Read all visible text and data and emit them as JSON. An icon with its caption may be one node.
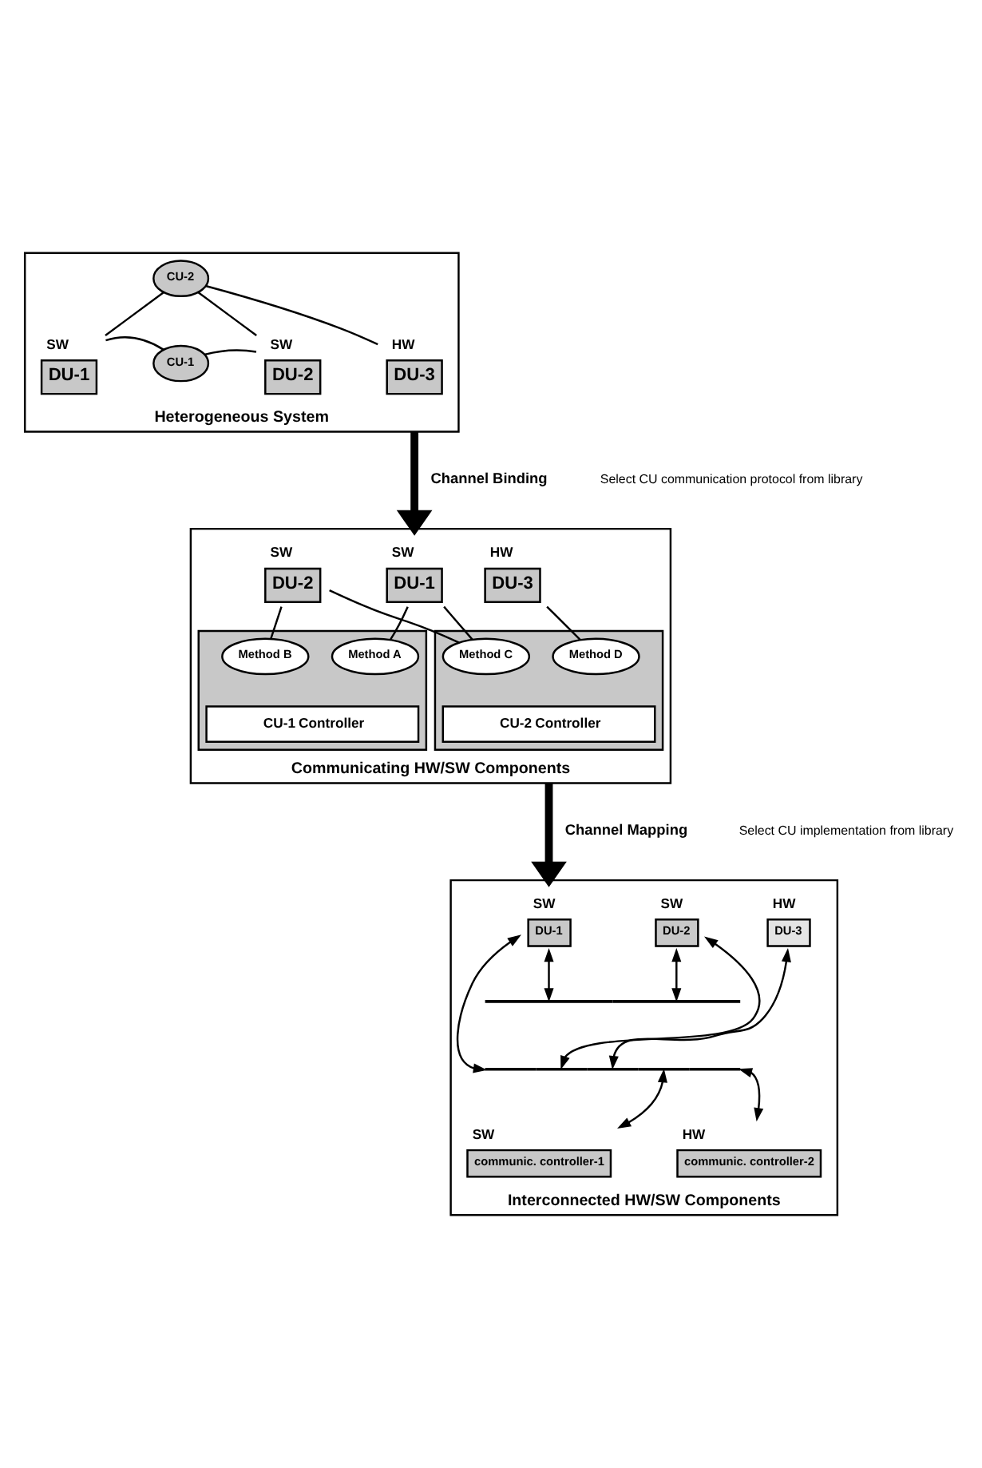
{
  "diagram": {
    "nodes": [
      {
        "text": [
          "Heterogeneous System"
        ]
      },
      {
        "text": [
          "DU-1"
        ],
        "beside": [
          "SW"
        ],
        "in": 0
      },
      {
        "text": [
          "CU-1"
        ],
        "in": 0
      },
      {
        "text": [
          "DU-2"
        ],
        "beside": [
          "SW"
        ],
        "in": 0
      },
      {
        "text": [
          "CU-2"
        ],
        "in": 0
      },
      {
        "text": [
          "DU-3"
        ],
        "beside": [
          "HW"
        ],
        "in": 0
      },
      {
        "text": [
          "Communicating HW/SW Components"
        ]
      },
      {
        "text": [
          "DU-1"
        ],
        "beside": [
          "SW"
        ],
        "in": 6
      },
      {
        "text": [
          "DU-2"
        ],
        "beside": [
          "SW"
        ],
        "in": 6
      },
      {
        "text": [
          "DU-3"
        ],
        "beside": [
          "HW"
        ],
        "in": 6
      },
      {
        "text": [],
        "shape": "box",
        "in": 6
      },
      {
        "text": [
          "Method A"
        ],
        "in": 10
      },
      {
        "text": [
          "Method B"
        ],
        "in": 10
      },
      {
        "text": [
          "CU-1",
          "Controller"
        ],
        "in": 10
      },
      {
        "text": [],
        "shape": "box",
        "in": 6
      },
      {
        "text": [
          "Method C"
        ],
        "in": 14
      },
      {
        "text": [
          "Method D"
        ],
        "in": 14
      },
      {
        "text": [
          "CU-2",
          "Controller"
        ],
        "in": 14
      },
      {
        "text": [
          "Interconnected HW/SW Components"
        ]
      },
      {
        "text": [
          "DU-1"
        ],
        "beside": [
          "SW"
        ],
        "in": 18
      },
      {
        "text": [
          "DU-2"
        ],
        "beside": [
          "SW"
        ],
        "in": 18
      },
      {
        "text": [
          "DU-3"
        ],
        "beside": [
          "HW"
        ],
        "in": 18
      },
      {
        "text": [],
        "shape": "bar",
        "in": 18
      },
      {
        "text": [],
        "shape": "bar",
        "in": 18
      },
      {
        "text": [
          "communic. controller-1"
        ],
        "beside": [
          "SW"
        ],
        "in": 18
      },
      {
        "text": [
          "communic. controller-2"
        ],
        "beside": [
          "HW"
        ],
        "in": 18
      }
    ],
    "edges": [
      {
        "from": 1,
        "to": 2,
        "arrow": "none"
      },
      {
        "from": 2,
        "to": 3,
        "arrow": "none"
      },
      {
        "from": 4,
        "to": 1,
        "arrow": "none"
      },
      {
        "from": 4,
        "to": 3,
        "arrow": "none"
      },
      {
        "from": 4,
        "to": 5,
        "arrow": "none"
      },
      {
        "from": 0,
        "to": 6,
        "arrow": "to",
        "label": "Channel Binding",
        "style": "thick"
      },
      {
        "from": 7,
        "to": 11,
        "arrow": "none"
      },
      {
        "from": 7,
        "to": 15,
        "arrow": "none"
      },
      {
        "from": 8,
        "to": 12,
        "arrow": "none"
      },
      {
        "from": 8,
        "to": 15,
        "arrow": "none"
      },
      {
        "from": 9,
        "to": 16,
        "arrow": "none"
      },
      {
        "from": 6,
        "to": 18,
        "arrow": "to",
        "label": "Channel Mapping",
        "style": "thick"
      },
      {
        "from": 19,
        "to": 23,
        "arrow": "both"
      },
      {
        "from": 19,
        "to": 22,
        "arrow": "both"
      },
      {
        "from": 20,
        "to": 23,
        "arrow": "both"
      },
      {
        "from": 20,
        "to": 22,
        "arrow": "both"
      },
      {
        "from": 21,
        "to": 23,
        "arrow": "both"
      },
      {
        "from": 23,
        "to": 24,
        "arrow": "both"
      },
      {
        "from": 23,
        "to": 25,
        "arrow": "both"
      }
    ],
    "labels": [
      "Select CU communication protocol from library",
      "Select CU implementation from library"
    ]
  }
}
